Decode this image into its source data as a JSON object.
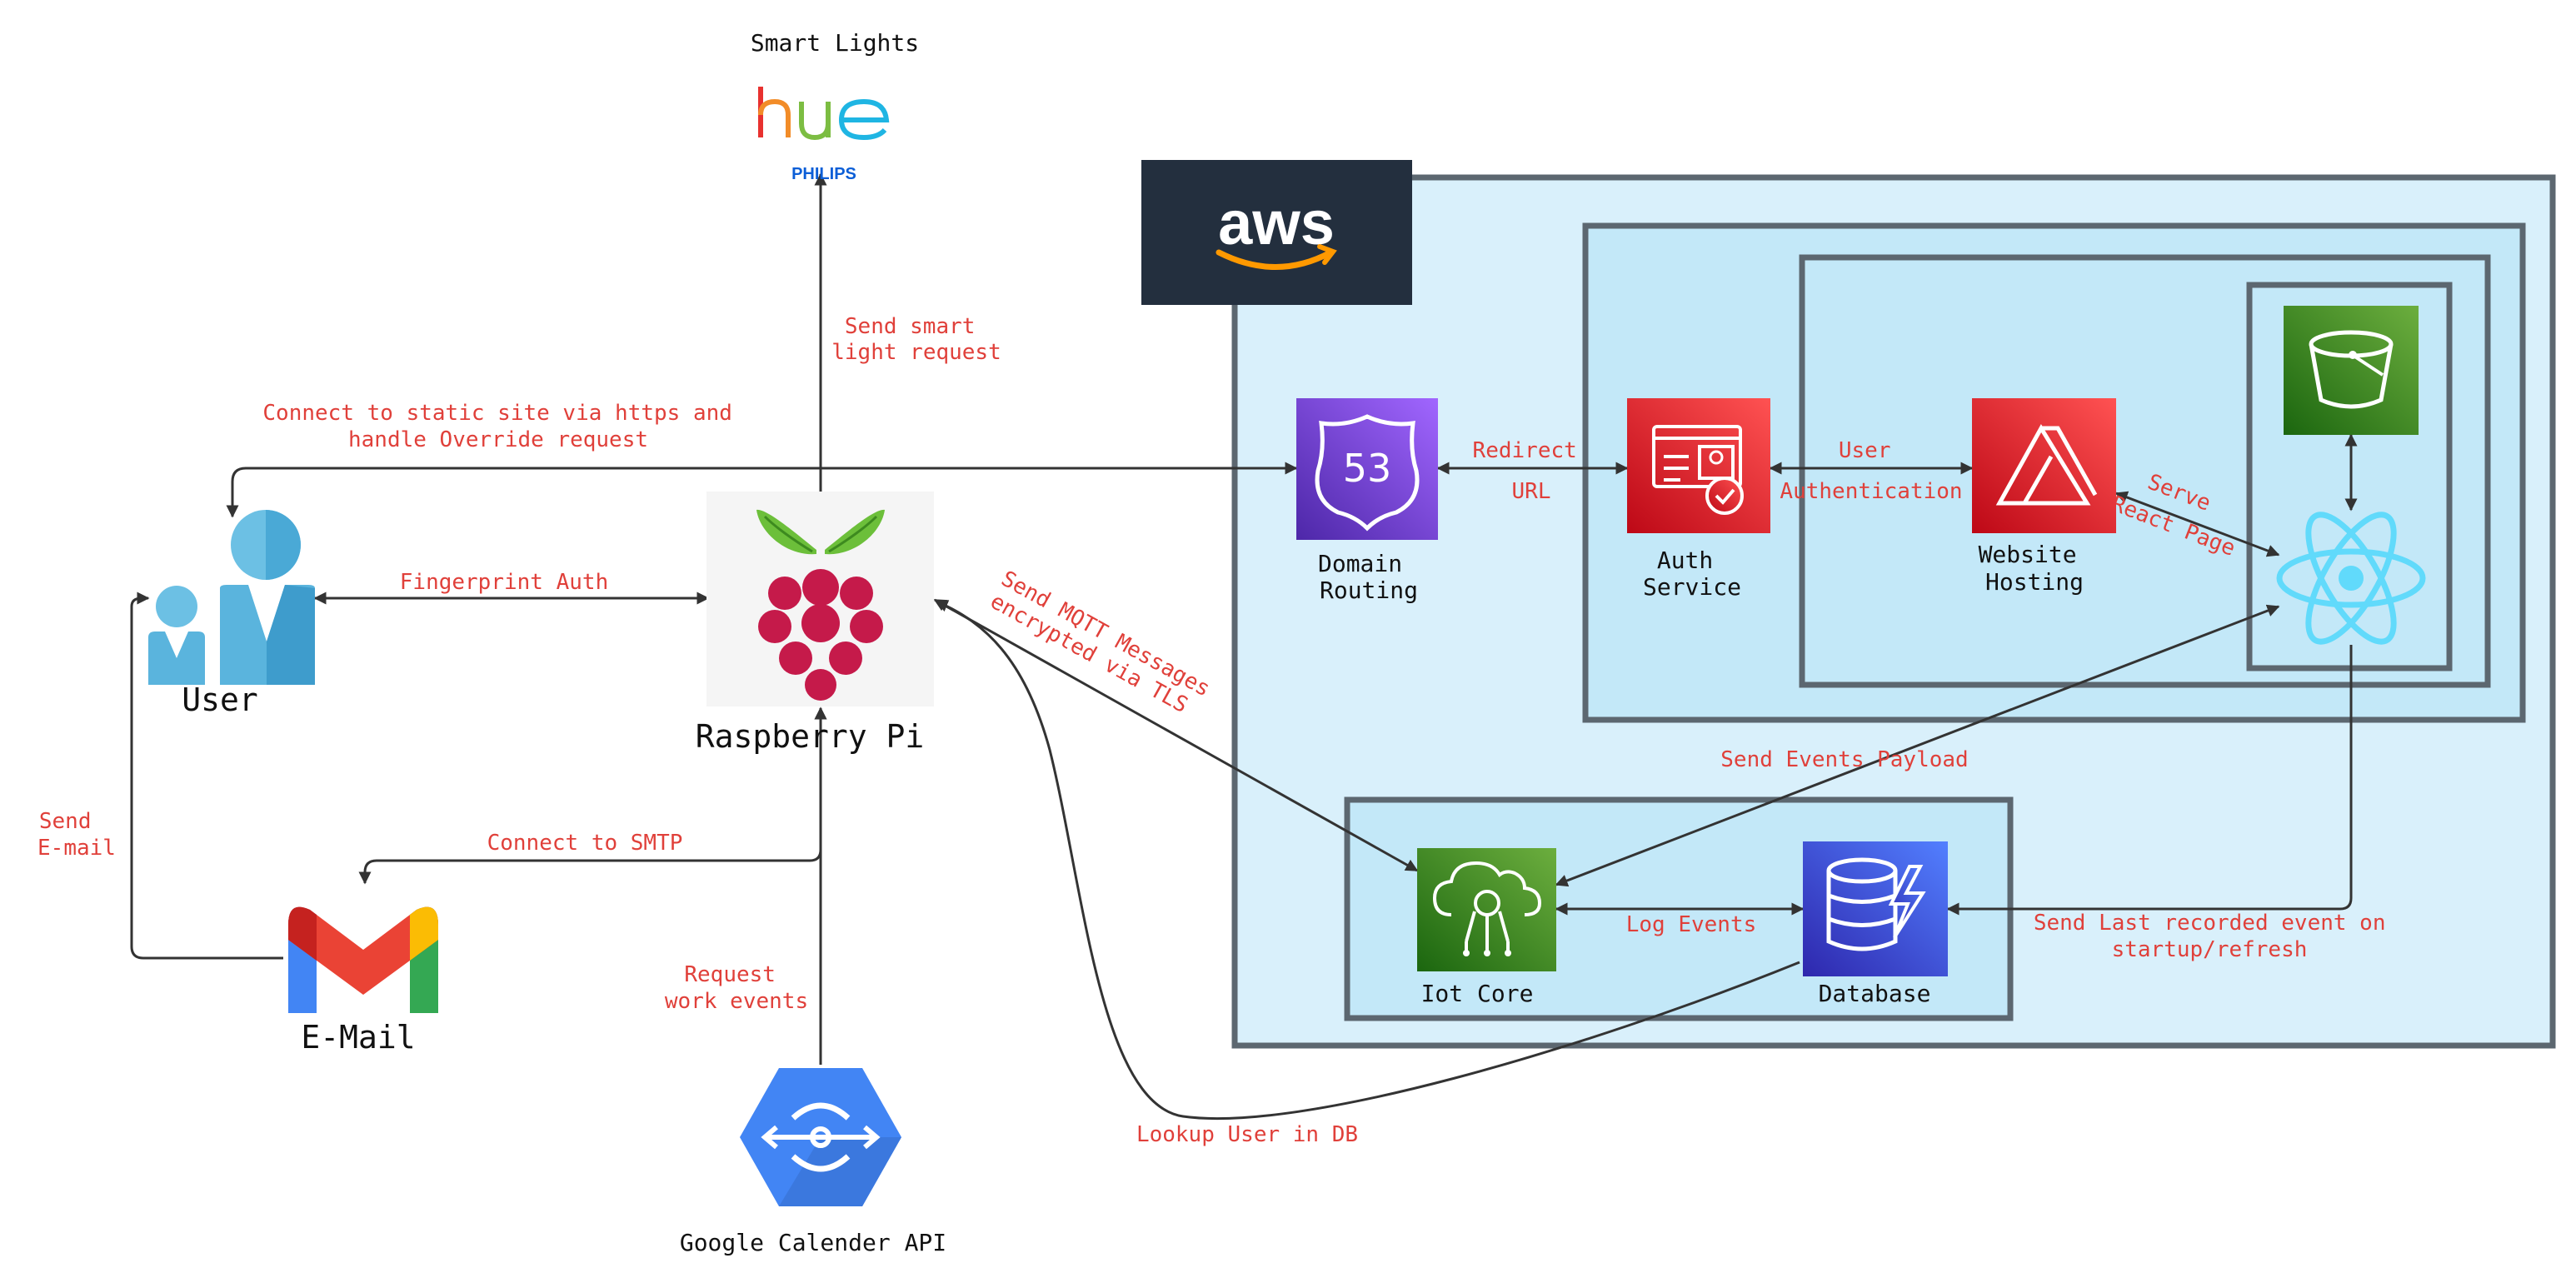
{
  "nodes": {
    "smart_lights": "Smart Lights",
    "hue_logo": "hue",
    "philips_logo": "PHILIPS",
    "aws_logo": "aws",
    "user": "User",
    "raspberry_pi": "Raspberry Pi",
    "email": "E-Mail",
    "google_calendar": "Google Calender API",
    "domain_routing": [
      "Domain",
      "Routing"
    ],
    "auth_service": [
      "Auth",
      "Service"
    ],
    "website_hosting": [
      "Website",
      "Hosting"
    ],
    "iot_core": "Iot Core",
    "database": "Database",
    "route53_badge": "53"
  },
  "edges": {
    "send_smart_light": [
      "Send smart",
      "light request"
    ],
    "connect_static": [
      "Connect to static site via https and",
      "handle Override request"
    ],
    "fingerprint_auth": "Fingerprint Auth",
    "redirect_url": [
      "Redirect",
      "URL"
    ],
    "user_authentication": [
      "User",
      "Authentication"
    ],
    "serve_react": [
      "Serve",
      "React Page"
    ],
    "send_mqtt": [
      "Send MQTT Messages",
      "encrypted via TLS"
    ],
    "send_email": [
      "Send",
      "E-mail"
    ],
    "connect_smtp": "Connect to SMTP",
    "send_events_payload": "Send Events Payload",
    "log_events": "Log Events",
    "send_last_event": [
      "Send Last recorded event on",
      "startup/refresh"
    ],
    "request_work": [
      "Request",
      "work events"
    ],
    "lookup_user": "Lookup User in DB"
  },
  "colors": {
    "aws_cloud_fill": "#d9f0fb",
    "group_fill": "#c3e8f8",
    "group_border": "#5c6770",
    "aws_dark": "#232f3e",
    "aws_orange": "#ff9900",
    "label_red": "#e0403a",
    "route53_purple": "#8c4fff",
    "security_red": "#dd344c",
    "storage_green": "#3f8624",
    "iot_green": "#3f8624",
    "database_blue": "#3b48cc",
    "react_cyan": "#61dafb",
    "gcp_blue": "#4285f4"
  }
}
